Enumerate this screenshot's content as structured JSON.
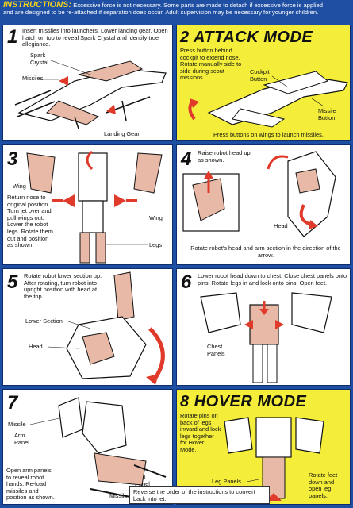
{
  "header": {
    "title": "INSTRUCTIONS:",
    "line1": "Excessive force is not necessary. Some parts are made to detach if excessive force is applied",
    "line2": "and are designed to be re-attached if separation does occur. Adult supervision may be necessary for younger children."
  },
  "steps": [
    {
      "number": "1",
      "text": "Insert missiles into launchers. Lower landing gear. Open hatch on top to reveal Spark Crystal and identify true allegiance.",
      "labels": {
        "spark": "Spark Crystal",
        "missiles": "Missiles",
        "landing": "Landing Gear"
      }
    },
    {
      "number": "2",
      "title": "ATTACK MODE",
      "text": "Press button behind cockpit to extend nose. Rotate manually side to side during scout missions.",
      "labels": {
        "cockpit": "Cockpit Button",
        "missile": "Missile Button"
      },
      "footer": "Press buttons on wings to launch missiles."
    },
    {
      "number": "3",
      "text": "Return nose to original position. Turn jet over and pull wings out. Lower the robot legs. Rotate them out and position as shown.",
      "labels": {
        "wing_left": "Wing",
        "wing_right": "Wing",
        "legs": "Legs"
      }
    },
    {
      "number": "4",
      "text": "Raise robot head up as shown.",
      "labels": {
        "head": "Head"
      },
      "footer": "Rotate robot's head and arm section in the direction of the arrow."
    },
    {
      "number": "5",
      "text": "Rotate robot lower section up. After rotating, turn robot into upright position with head at the top.",
      "labels": {
        "lower": "Lower Section",
        "head": "Head"
      }
    },
    {
      "number": "6",
      "text": "Lower robot head down to chest. Close chest panels onto pins. Rotate legs in and lock onto pins. Open feet.",
      "labels": {
        "chest": "Chest Panels"
      }
    },
    {
      "number": "7",
      "text": "Open arm panels to reveal robot hands. Re-load missiles and position as shown.",
      "labels": {
        "missile_top": "Missile",
        "arm_left": "Arm Panel",
        "arm_right": "Arm Panel",
        "missile_bottom": "Missile"
      }
    },
    {
      "number": "8",
      "title": "HOVER MODE",
      "text": "Rotate pins on back of legs inward and lock legs together for Hover Mode.",
      "labels": {
        "leg": "Leg Panels",
        "feet": "Rotate feet down and open leg panels."
      }
    }
  ],
  "footer_note": "Reverse the order of the instructions to convert back into jet.",
  "colors": {
    "background": "#1f4fa3",
    "highlight": "#f4ee3a",
    "arrow": "#e03a2a",
    "part": "#e8b9a6"
  }
}
